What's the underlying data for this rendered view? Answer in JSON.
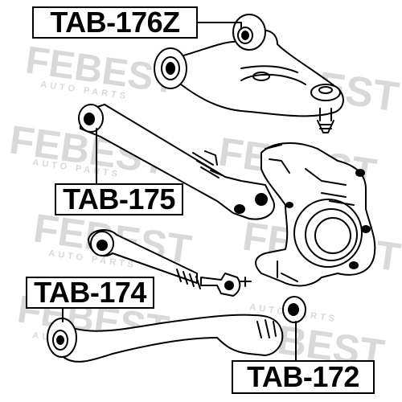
{
  "labels": {
    "tab_176z": "TAB-176Z",
    "tab_175": "TAB-175",
    "tab_174": "TAB-174",
    "tab_172": "TAB-172"
  },
  "watermark": {
    "brand": "FEBEST",
    "tagline": "AUTO PARTS",
    "color": "#d9d9d9"
  },
  "colors": {
    "line": "#000000",
    "background": "#ffffff"
  }
}
